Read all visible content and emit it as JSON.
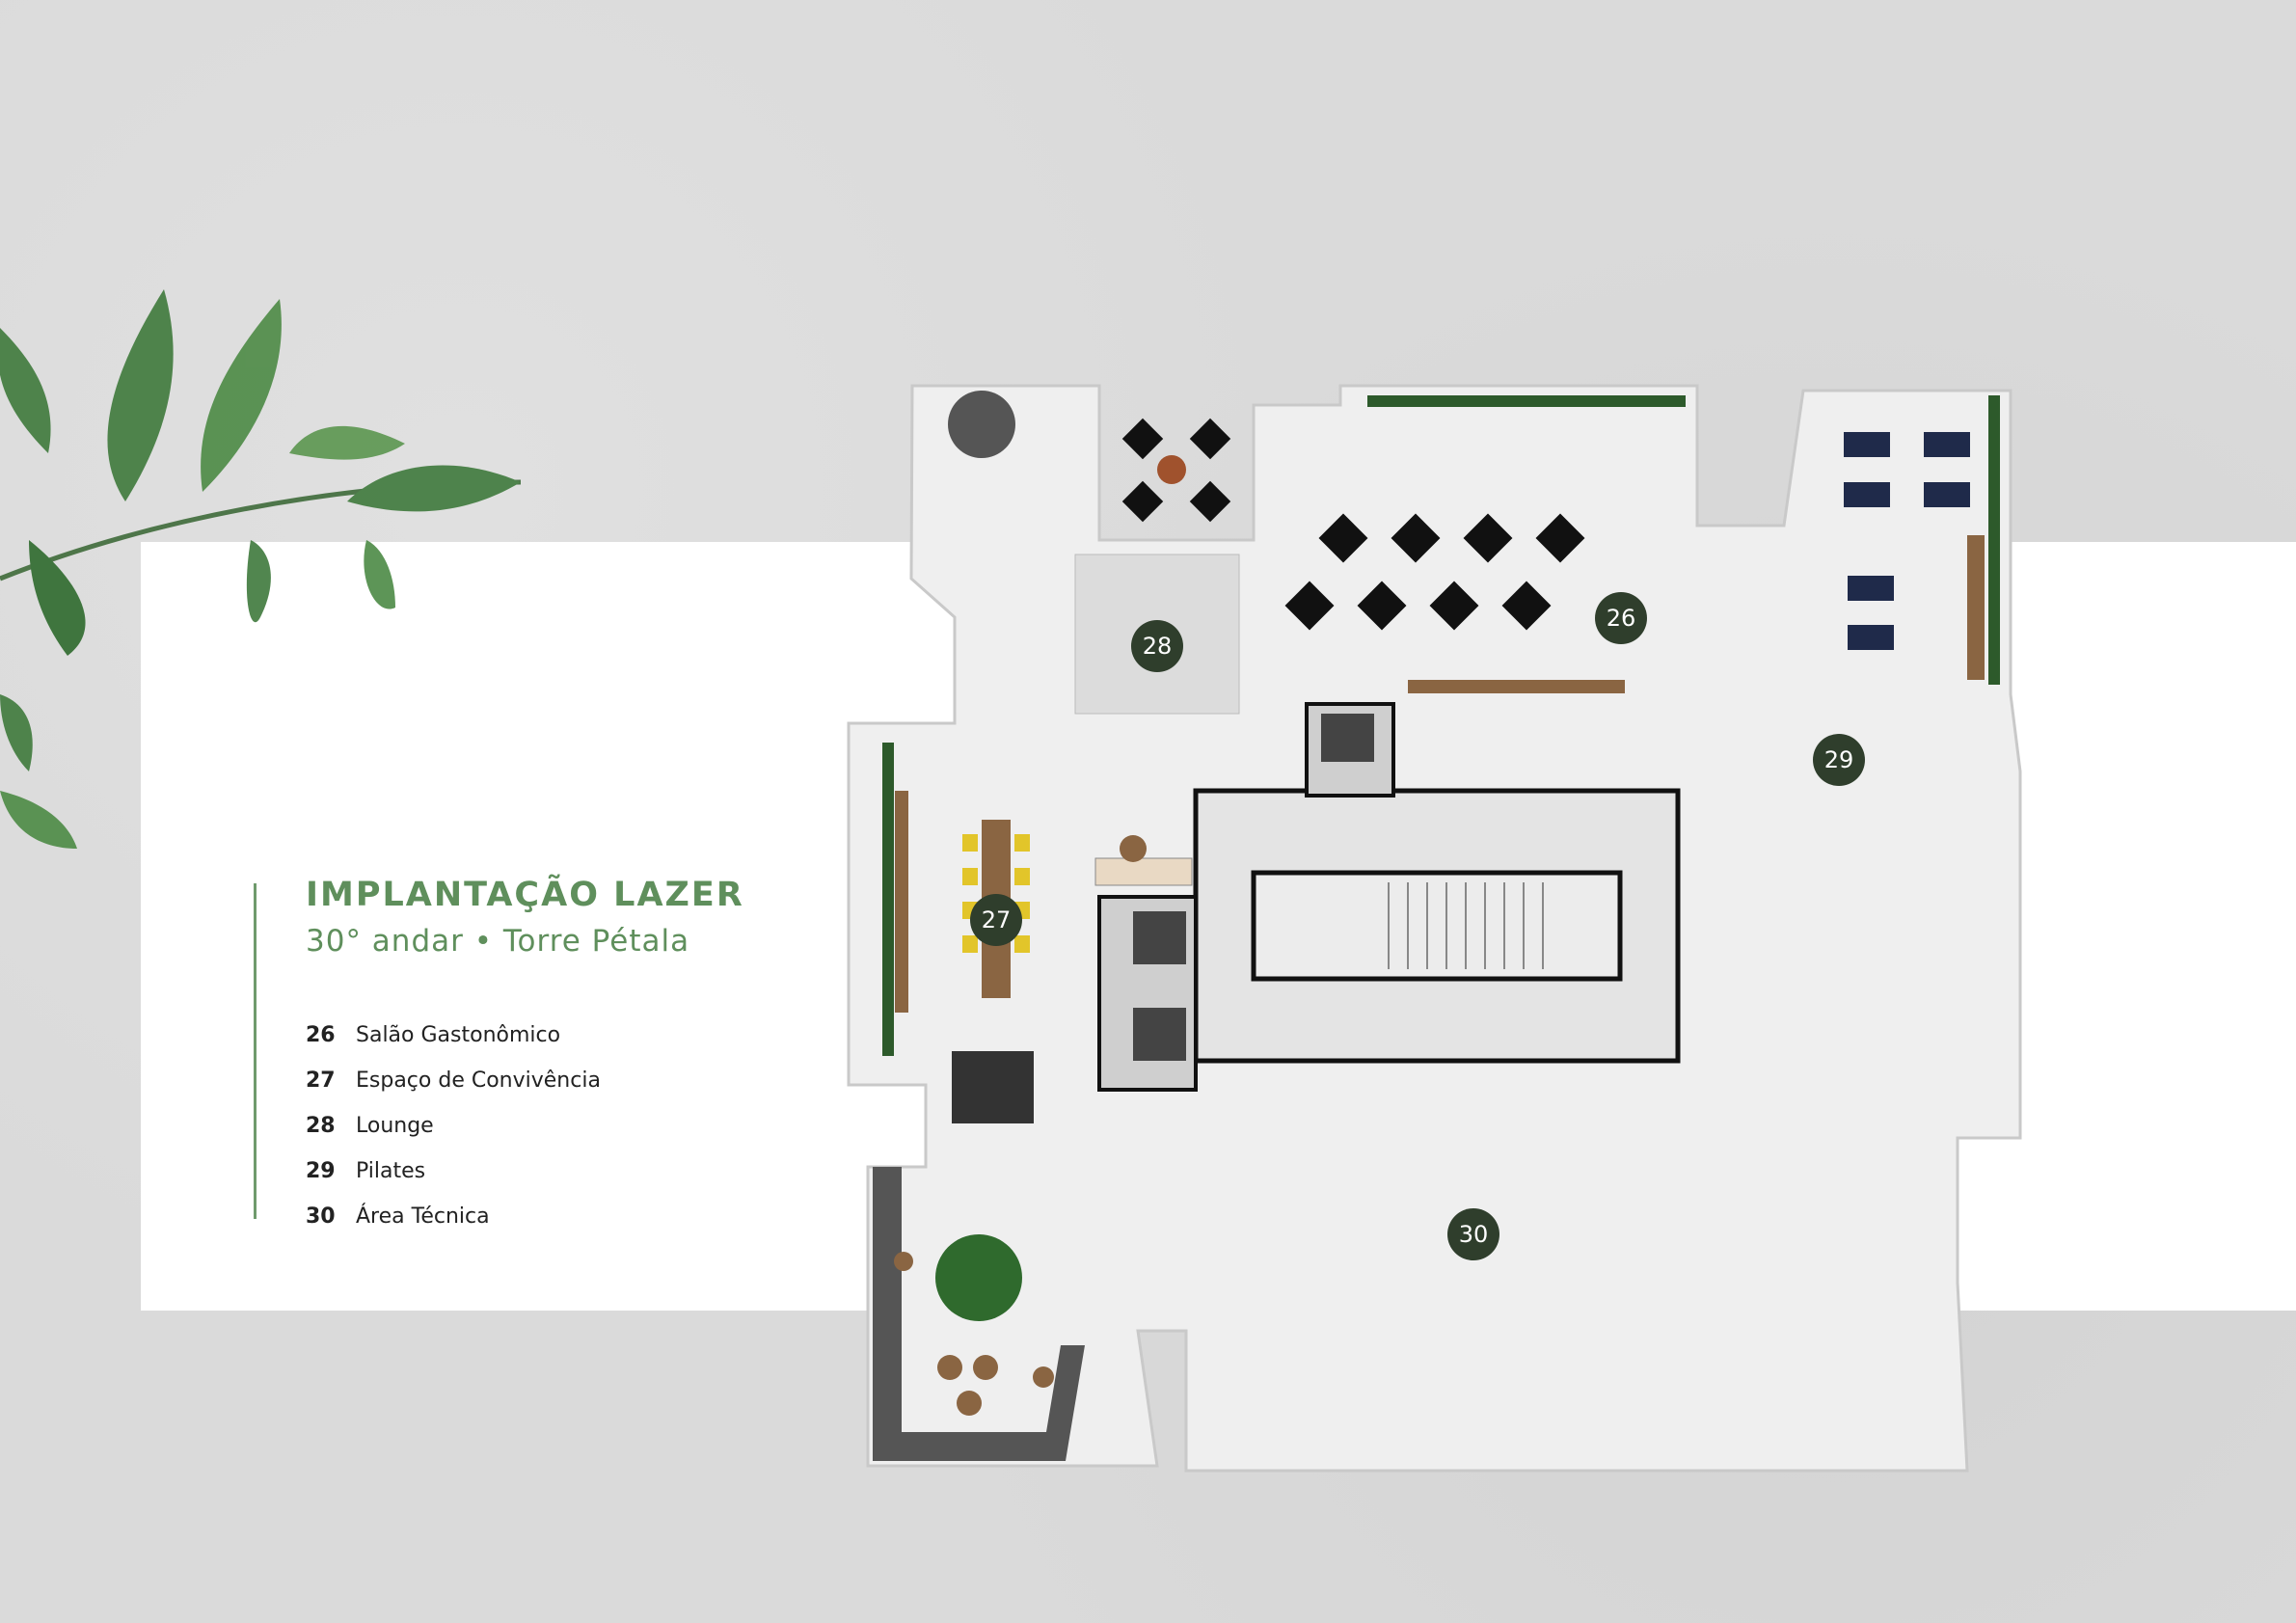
{
  "title": "IMPLANTAÇÃO LAZER",
  "subtitle": "30° andar • Torre Pétala",
  "legend": [
    {
      "number": "26",
      "label": "Salão Gastonômico"
    },
    {
      "number": "27",
      "label": "Espaço de Convivência"
    },
    {
      "number": "28",
      "label": "Lounge"
    },
    {
      "number": "29",
      "label": "Pilates"
    },
    {
      "number": "30",
      "label": "Área Técnica"
    }
  ],
  "markers": [
    "26",
    "27",
    "28",
    "29",
    "30"
  ],
  "colors": {
    "accent": "#5f8f5c",
    "marker": "#2f3e2c"
  }
}
